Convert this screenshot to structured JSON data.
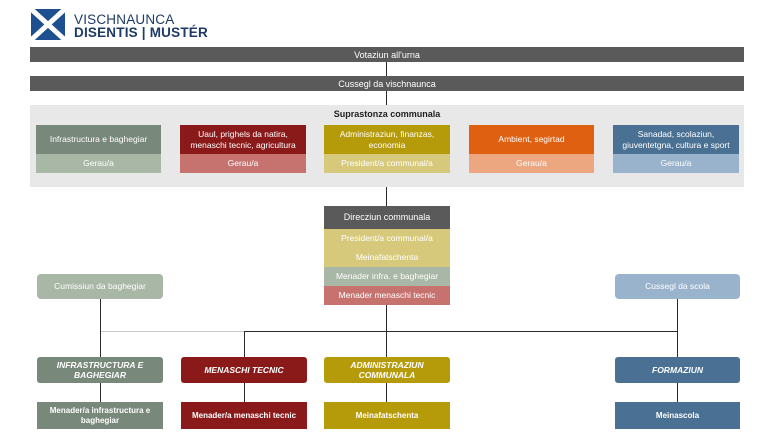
{
  "header": {
    "logo_line1": "VISCHNAUNCA",
    "logo_line2": "DISENTIS | MUSTÉR"
  },
  "bars": {
    "votaziun": "Votaziun all'urna",
    "cussegl": "Cussegl da vischnaunca"
  },
  "suprastonza": {
    "title": "Suprastonza communala",
    "departments": [
      {
        "name": "Infrastructura e baghegiar",
        "role": "Gerau/a"
      },
      {
        "name": "Uaul, prighels da natira, menaschi tecnic, agricultura",
        "role": "Gerau/a"
      },
      {
        "name": "Administraziun, finanzas, economia",
        "role": "President/a communal/a"
      },
      {
        "name": "Ambient, segirtad",
        "role": "Gerau/a"
      },
      {
        "name": "Sanadad, scolaziun, giuventetgna, cultura e sport",
        "role": "Gerau/a"
      }
    ]
  },
  "direcziun": {
    "title": "Direcziun communala",
    "members": [
      "President/a communal/a",
      "Meinafatschenta",
      "Menader infra. e baghegiar",
      "Menader menaschi tecnic"
    ]
  },
  "side": {
    "left": "Cumissiun da baghegiar",
    "right": "Cussegl da scola"
  },
  "units": [
    {
      "name": "INFRASTRUCTURA E BAGHEGIAR",
      "leader": "Menader/a infrastructura e baghegiar"
    },
    {
      "name": "MENASCHI TECNIC",
      "leader": "Menader/a menaschi tecnic"
    },
    {
      "name": "ADMINISTRAZIUN COMMUNALA",
      "leader": "Meinafatschenta"
    },
    {
      "name": "FORMAZIUN",
      "leader": "Meinascola"
    }
  ],
  "colors": {
    "grey_green": "#78887a",
    "grey_green_light": "#a9b7a6",
    "dark_red": "#8a1a1a",
    "red_light": "#c67370",
    "mustard": "#b59a0a",
    "mustard_light": "#d7c97b",
    "orange": "#e06012",
    "orange_light": "#eca680",
    "blue": "#4a7193",
    "blue_light": "#9ab3cc",
    "bar_grey": "#5a5a5a",
    "panel_grey": "#e8e8e8",
    "logo_blue": "#1e3a66"
  },
  "icons": [
    "saltire-logo-icon"
  ]
}
